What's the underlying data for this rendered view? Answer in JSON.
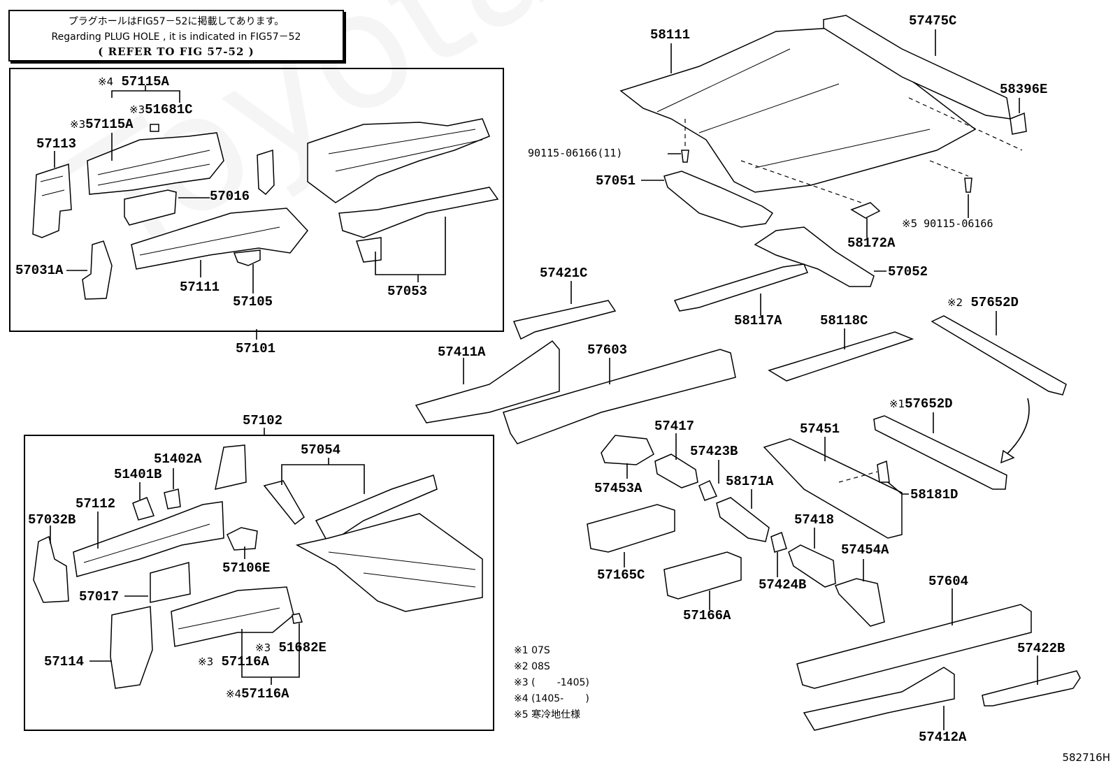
{
  "note": {
    "line_jp": "プラグホールはFIG57－52に掲載してあります。",
    "line_en": "Regarding PLUG HOLE , it is indicated in FIG57－52",
    "line_ref": "(    REFER TO FIG 57-52   )"
  },
  "groups": {
    "upper_assembly": "57101",
    "lower_assembly": "57102"
  },
  "upper_group_labels": [
    {
      "id": "u1",
      "mark": "※4",
      "part": "57115A"
    },
    {
      "id": "u2",
      "mark": "※3",
      "part": "51681C"
    },
    {
      "id": "u3",
      "mark": "※3",
      "part": "57115A"
    },
    {
      "id": "u4",
      "mark": "",
      "part": "57113"
    },
    {
      "id": "u5",
      "mark": "",
      "part": "57016"
    },
    {
      "id": "u6",
      "mark": "",
      "part": "57031A"
    },
    {
      "id": "u7",
      "mark": "",
      "part": "57111"
    },
    {
      "id": "u8",
      "mark": "",
      "part": "57105"
    },
    {
      "id": "u9",
      "mark": "",
      "part": "57053"
    }
  ],
  "lower_group_labels": [
    {
      "id": "l1",
      "mark": "",
      "part": "57054"
    },
    {
      "id": "l2",
      "mark": "",
      "part": "51402A"
    },
    {
      "id": "l3",
      "mark": "",
      "part": "51401B"
    },
    {
      "id": "l4",
      "mark": "",
      "part": "57112"
    },
    {
      "id": "l5",
      "mark": "",
      "part": "57032B"
    },
    {
      "id": "l6",
      "mark": "",
      "part": "57106E"
    },
    {
      "id": "l7",
      "mark": "",
      "part": "57017"
    },
    {
      "id": "l8",
      "mark": "※3",
      "part": "51682E"
    },
    {
      "id": "l9",
      "mark": "※3",
      "part": "57116A"
    },
    {
      "id": "l10",
      "mark": "※4",
      "part": "57116A"
    },
    {
      "id": "l11",
      "mark": "",
      "part": "57114"
    }
  ],
  "right_labels": [
    {
      "id": "r1",
      "mark": "",
      "part": "58111"
    },
    {
      "id": "r2",
      "mark": "",
      "part": "57475C"
    },
    {
      "id": "r3",
      "mark": "",
      "part": "58396E"
    },
    {
      "id": "r4",
      "mark": "",
      "part": "90115-06166(11)"
    },
    {
      "id": "r5",
      "mark": "",
      "part": "57051"
    },
    {
      "id": "r6",
      "mark": "",
      "part": "58172A"
    },
    {
      "id": "r7",
      "mark": "※5",
      "part": "90115-06166"
    },
    {
      "id": "r8",
      "mark": "",
      "part": "57052"
    },
    {
      "id": "r9",
      "mark": "",
      "part": "57421C"
    },
    {
      "id": "r10",
      "mark": "",
      "part": "58117A"
    },
    {
      "id": "r11",
      "mark": "",
      "part": "58118C"
    },
    {
      "id": "r12",
      "mark": "※2",
      "part": "57652D"
    },
    {
      "id": "r13",
      "mark": "",
      "part": "57411A"
    },
    {
      "id": "r14",
      "mark": "",
      "part": "57603"
    },
    {
      "id": "r15",
      "mark": "※1",
      "part": "57652D"
    },
    {
      "id": "r16",
      "mark": "",
      "part": "57417"
    },
    {
      "id": "r17",
      "mark": "",
      "part": "57451"
    },
    {
      "id": "r18",
      "mark": "",
      "part": "57423B"
    },
    {
      "id": "r19",
      "mark": "",
      "part": "57453A"
    },
    {
      "id": "r20",
      "mark": "",
      "part": "58171A"
    },
    {
      "id": "r21",
      "mark": "",
      "part": "58181D"
    },
    {
      "id": "r22",
      "mark": "",
      "part": "57418"
    },
    {
      "id": "r23",
      "mark": "",
      "part": "57454A"
    },
    {
      "id": "r24",
      "mark": "",
      "part": "57165C"
    },
    {
      "id": "r25",
      "mark": "",
      "part": "57424B"
    },
    {
      "id": "r26",
      "mark": "",
      "part": "57166A"
    },
    {
      "id": "r27",
      "mark": "",
      "part": "57604"
    },
    {
      "id": "r28",
      "mark": "",
      "part": "57422B"
    },
    {
      "id": "r29",
      "mark": "",
      "part": "57412A"
    }
  ],
  "legend": [
    "※1 07S",
    "※2 08S",
    "※3 (       -1405)",
    "※4 (1405-       )",
    "※5 寒冷地仕様"
  ],
  "figure_id": "582716H",
  "watermark": "ToyotaCarMine.ru"
}
